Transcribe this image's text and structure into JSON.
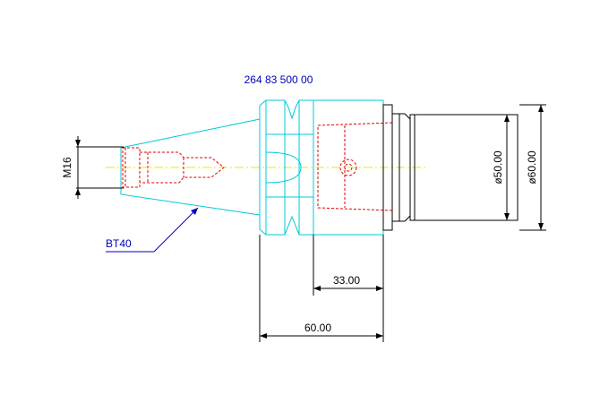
{
  "drawing": {
    "part_number": "264 83 500 00",
    "taper_label": "BT40",
    "thread_label": "M16",
    "dim_outer_diameter": "ø60.00",
    "dim_inner_diameter": "ø50.00",
    "dim_total_length": "60.00",
    "dim_short_length": "33.00"
  },
  "colors": {
    "outline": "#00c8d8",
    "hidden": "#e00000",
    "body": "#000000",
    "centerline": "#e8e800",
    "annotation": "#0000c0",
    "dimension": "#000000"
  }
}
